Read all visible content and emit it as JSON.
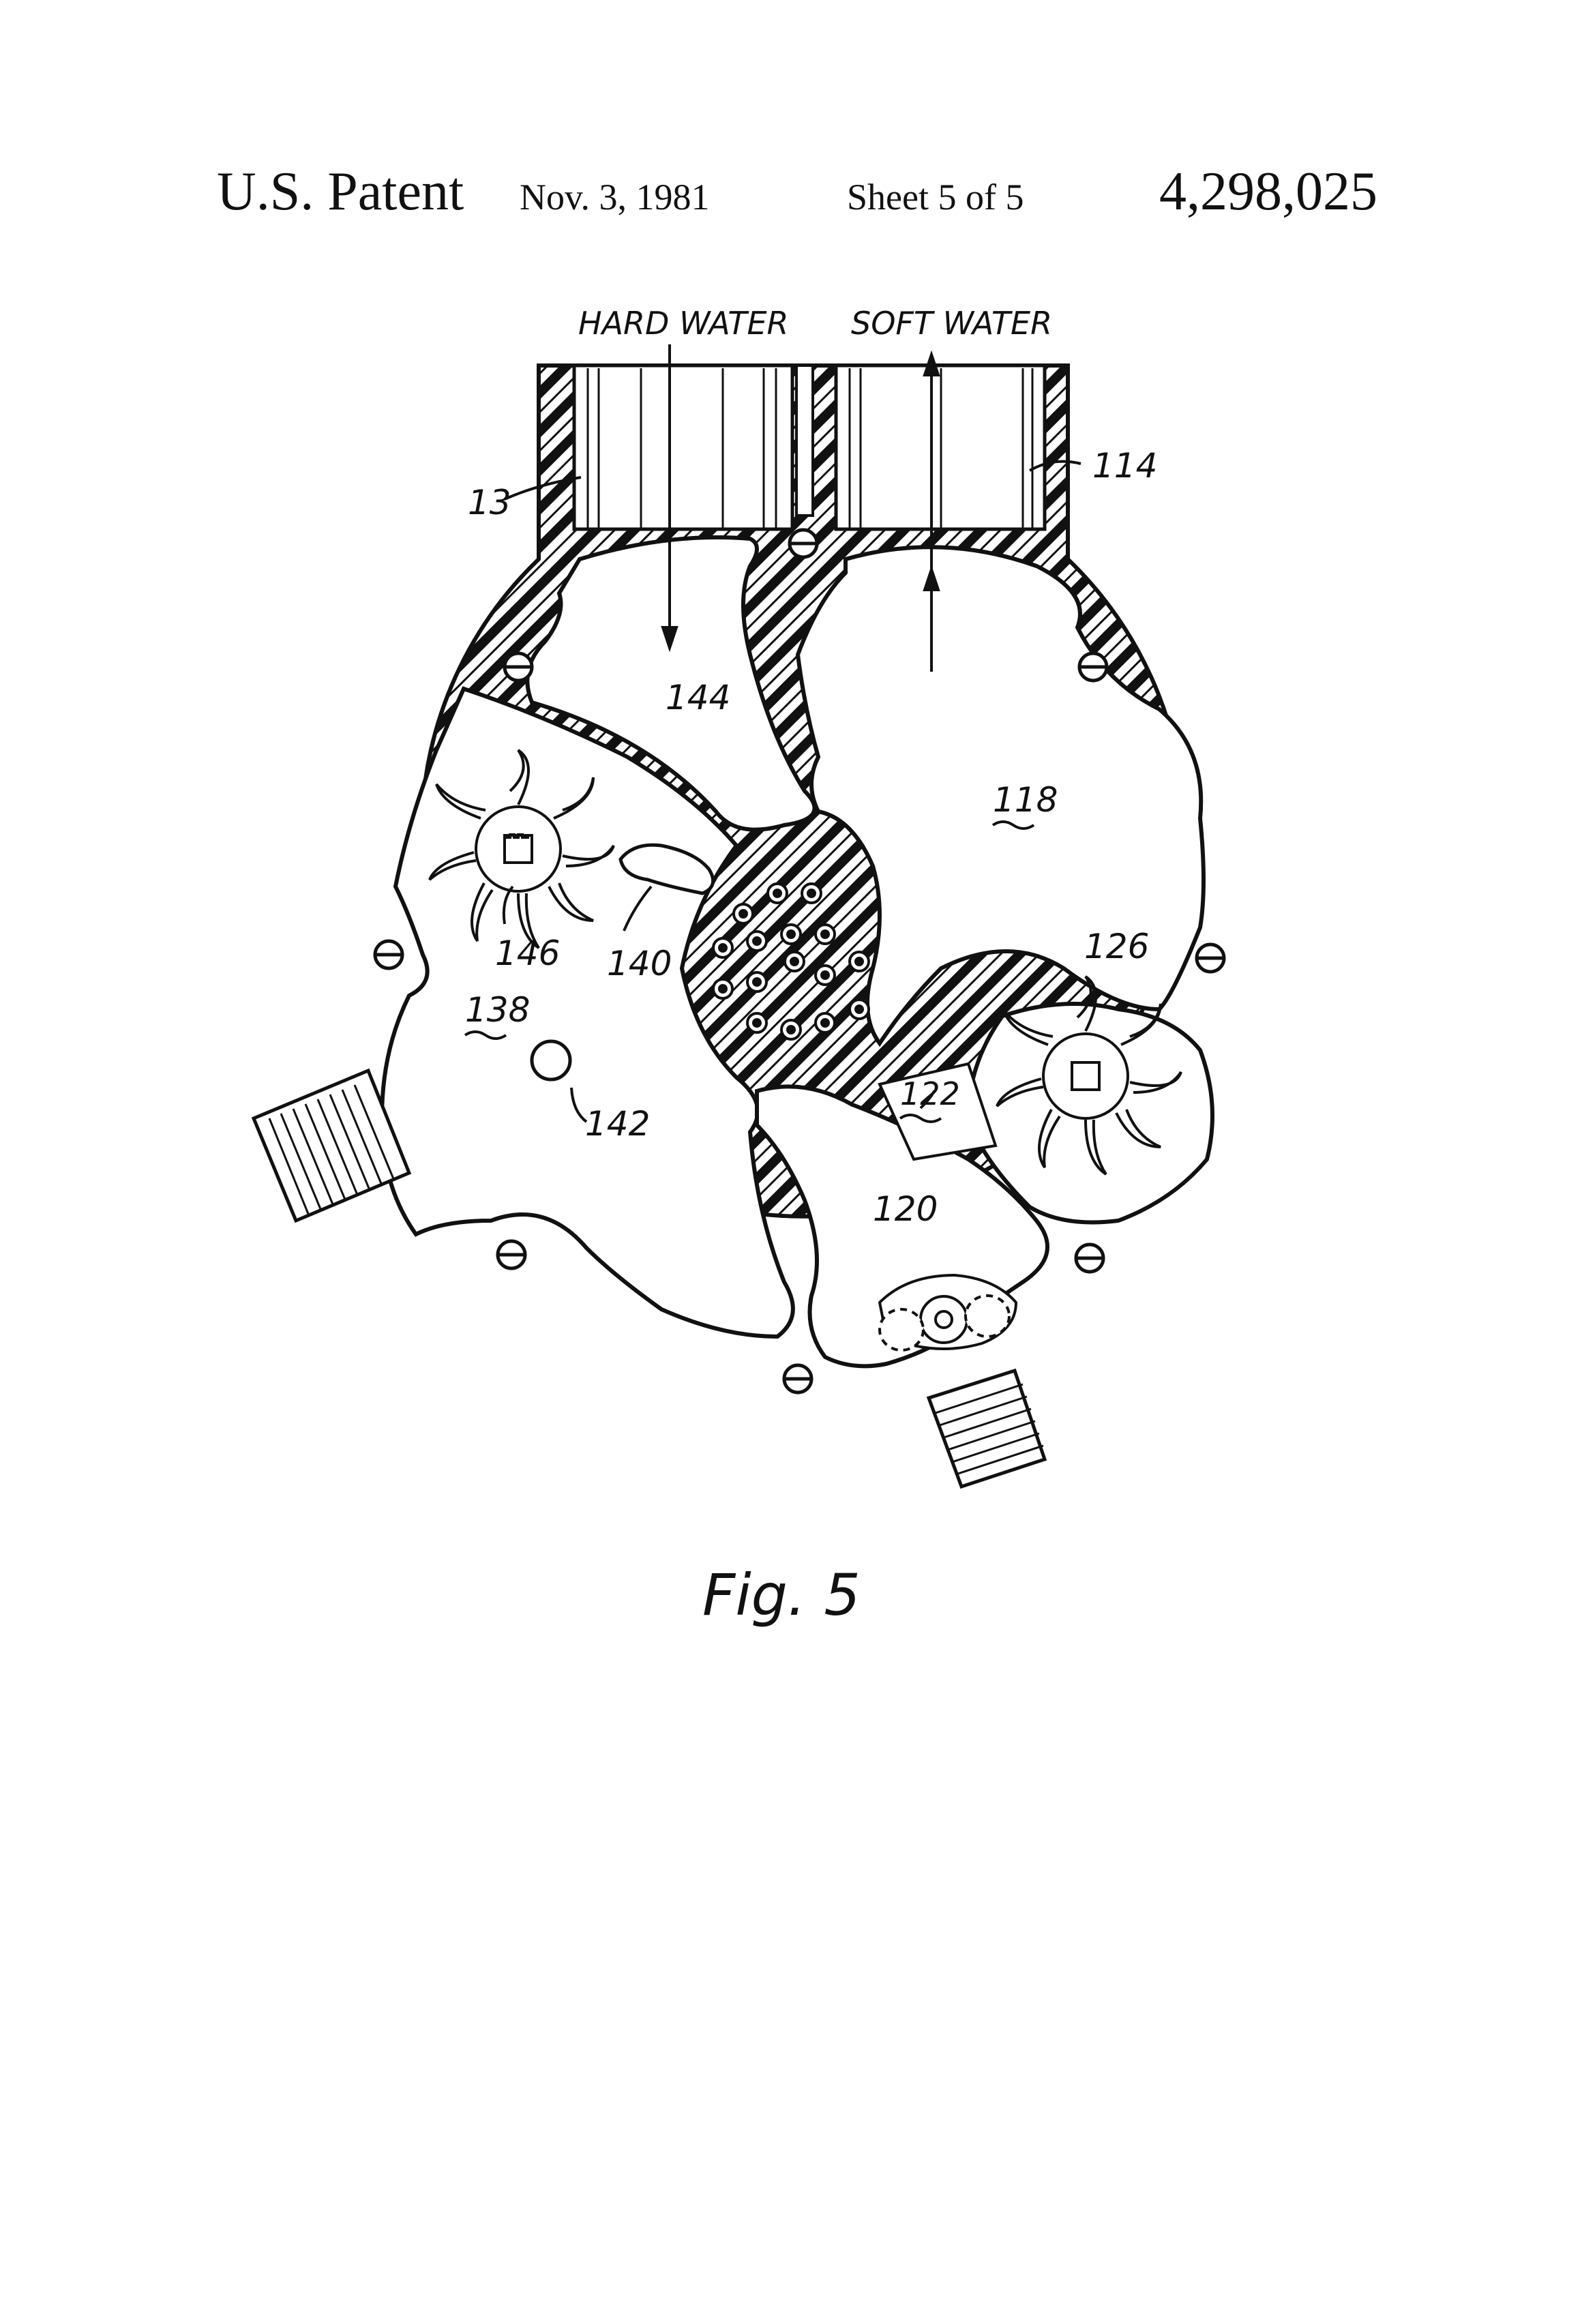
{
  "header": {
    "patent_label": "U.S. Patent",
    "date": "Nov. 3, 1981",
    "sheet": "Sheet 5 of 5",
    "patent_number": "4,298,025"
  },
  "figure": {
    "caption": "Fig. 5",
    "flow_labels": {
      "inlet": "HARD WATER",
      "outlet": "SOFT WATER"
    },
    "reference_numerals": {
      "inlet_pipe": "13",
      "outlet_pipe": "114",
      "upper_chamber": "144",
      "right_chamber": "118",
      "left_impeller": "146",
      "slot": "140",
      "left_chamber": "138",
      "orifice": "142",
      "right_impeller": "126",
      "valve": "122",
      "lower_chamber": "120"
    }
  },
  "colors": {
    "ink": "#111111",
    "paper": "#ffffff"
  }
}
